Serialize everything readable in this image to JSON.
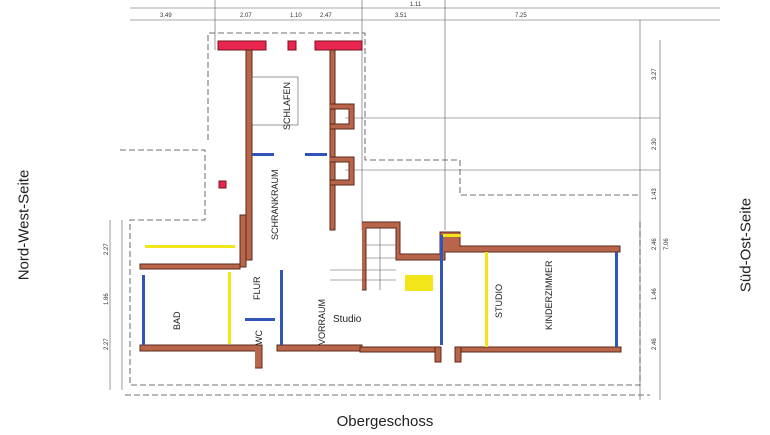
{
  "labels": {
    "north_west": "Nord-West-Seite",
    "south_east": "Süd-Ost-Seite",
    "floor": "Obergeschoss"
  },
  "rooms": {
    "schlafen": "SCHLAFEN",
    "schrankraum": "SCHRANKRAUM",
    "bad": "BAD",
    "flur": "FLUR",
    "wc": "WC",
    "vorraum": "VORRAUM",
    "studio_text": "Studio",
    "studio": "STUDIO",
    "kinderzimmer": "KINDERZIMMER"
  },
  "dimensions": {
    "top": [
      "3.49",
      "2.07",
      "1.10",
      "2.47",
      "3.51",
      "1.11",
      "7.25"
    ],
    "right": [
      "3.27",
      "2.30",
      "1.43",
      "2.46",
      "1.46",
      "2.46",
      "7.06"
    ],
    "left": [
      "2.27",
      "1.86",
      "2.27"
    ]
  },
  "colors": {
    "wall": "#b9654a",
    "chimney": "#e8264e",
    "window": "#2f55b8",
    "highlight": "#f2e51a"
  }
}
